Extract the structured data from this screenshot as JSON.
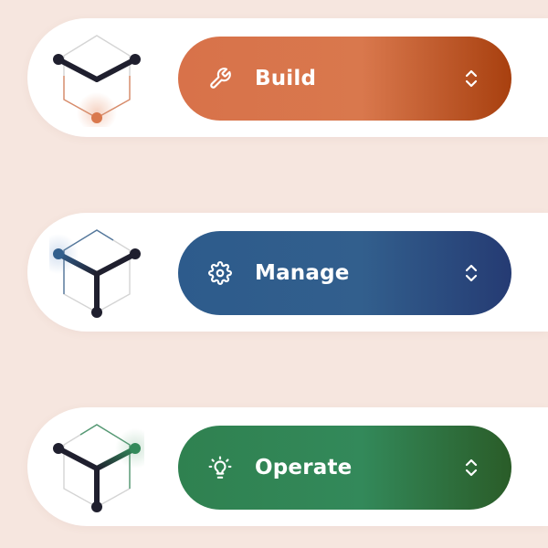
{
  "selectors": [
    {
      "id": "build",
      "label": "Build",
      "icon": "wrench-icon",
      "accent": "#d9784d",
      "accent_dark": "#a8400f",
      "highlighted_node": "bottom"
    },
    {
      "id": "manage",
      "label": "Manage",
      "icon": "gear-icon",
      "accent": "#325f8d",
      "accent_dark": "#253b73",
      "highlighted_node": "top-left"
    },
    {
      "id": "operate",
      "label": "Operate",
      "icon": "lightbulb-icon",
      "accent": "#33895a",
      "accent_dark": "#2a5c28",
      "highlighted_node": "right"
    }
  ],
  "colors": {
    "background": "#f6e6df",
    "card": "#ffffff",
    "logo_dark": "#1f1f2e",
    "logo_outline": "#cfcfcf",
    "text": "#ffffff"
  }
}
